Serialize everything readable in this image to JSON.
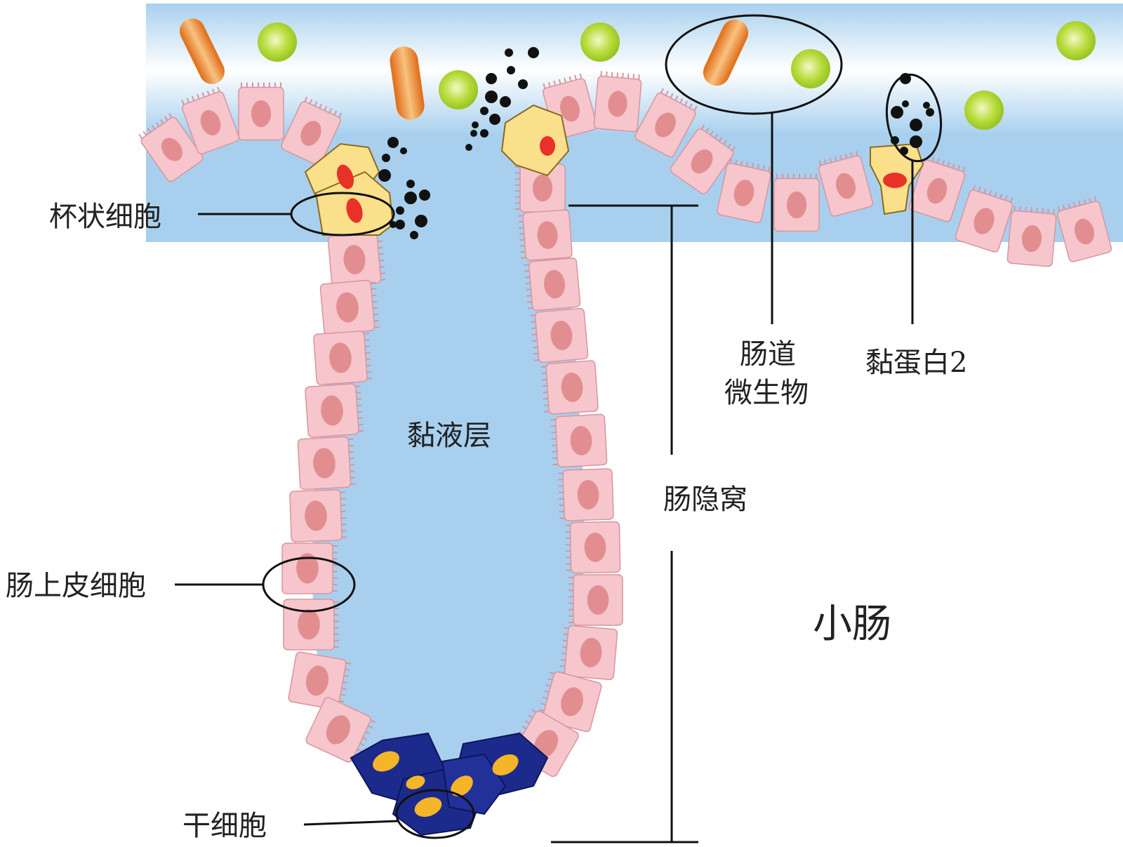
{
  "labels": {
    "goblet_cell": "杯状细胞",
    "epithelial_cell": "肠上皮细胞",
    "stem_cell": "干细胞",
    "mucus_layer": "黏液层",
    "crypt": "肠隐窝",
    "microbiota_line1": "肠道",
    "microbiota_line2": "微生物",
    "mucin2": "黏蛋白2",
    "small_intestine": "小肠"
  },
  "colors": {
    "lumen_bg": "#a8d0ee",
    "lumen_glow": "#ffffff",
    "epithelial_fill": "#f6c6cc",
    "epithelial_stroke": "#d7959f",
    "nucleus": "#e28e90",
    "goblet_fill": "#fbe08c",
    "goblet_nucleus": "#e83228",
    "stem_fill": "#1c2a8c",
    "stem_nucleus": "#f5b528",
    "bacteria_rod": "#e87a24",
    "bacteria_cocci": "#a4cf2c",
    "mucin_dots": "#111111",
    "leader": "#111111"
  }
}
